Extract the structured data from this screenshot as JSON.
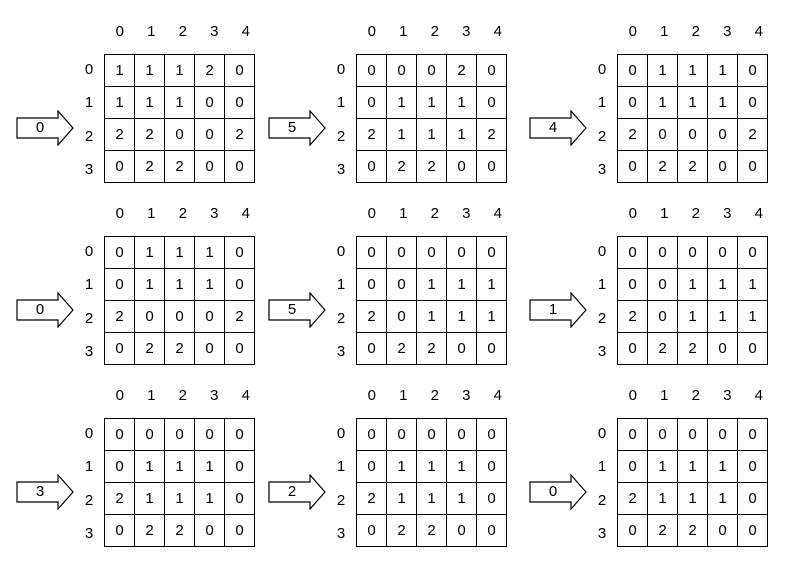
{
  "column_headers": [
    "0",
    "1",
    "2",
    "3",
    "4"
  ],
  "row_headers": [
    "0",
    "1",
    "2",
    "3"
  ],
  "panels": [
    {
      "arrow_label": "0",
      "grid": [
        [
          "1",
          "1",
          "1",
          "2",
          "0"
        ],
        [
          "1",
          "1",
          "1",
          "0",
          "0"
        ],
        [
          "2",
          "2",
          "0",
          "0",
          "2"
        ],
        [
          "0",
          "2",
          "2",
          "0",
          "0"
        ]
      ]
    },
    {
      "arrow_label": "5",
      "grid": [
        [
          "0",
          "0",
          "0",
          "2",
          "0"
        ],
        [
          "0",
          "1",
          "1",
          "1",
          "0"
        ],
        [
          "2",
          "1",
          "1",
          "1",
          "2"
        ],
        [
          "0",
          "2",
          "2",
          "0",
          "0"
        ]
      ]
    },
    {
      "arrow_label": "4",
      "grid": [
        [
          "0",
          "1",
          "1",
          "1",
          "0"
        ],
        [
          "0",
          "1",
          "1",
          "1",
          "0"
        ],
        [
          "2",
          "0",
          "0",
          "0",
          "2"
        ],
        [
          "0",
          "2",
          "2",
          "0",
          "0"
        ]
      ]
    },
    {
      "arrow_label": "0",
      "grid": [
        [
          "0",
          "1",
          "1",
          "1",
          "0"
        ],
        [
          "0",
          "1",
          "1",
          "1",
          "0"
        ],
        [
          "2",
          "0",
          "0",
          "0",
          "2"
        ],
        [
          "0",
          "2",
          "2",
          "0",
          "0"
        ]
      ]
    },
    {
      "arrow_label": "5",
      "grid": [
        [
          "0",
          "0",
          "0",
          "0",
          "0"
        ],
        [
          "0",
          "0",
          "1",
          "1",
          "1"
        ],
        [
          "2",
          "0",
          "1",
          "1",
          "1"
        ],
        [
          "0",
          "2",
          "2",
          "0",
          "0"
        ]
      ]
    },
    {
      "arrow_label": "1",
      "grid": [
        [
          "0",
          "0",
          "0",
          "0",
          "0"
        ],
        [
          "0",
          "0",
          "1",
          "1",
          "1"
        ],
        [
          "2",
          "0",
          "1",
          "1",
          "1"
        ],
        [
          "0",
          "2",
          "2",
          "0",
          "0"
        ]
      ]
    },
    {
      "arrow_label": "3",
      "grid": [
        [
          "0",
          "0",
          "0",
          "0",
          "0"
        ],
        [
          "0",
          "1",
          "1",
          "1",
          "0"
        ],
        [
          "2",
          "1",
          "1",
          "1",
          "0"
        ],
        [
          "0",
          "2",
          "2",
          "0",
          "0"
        ]
      ]
    },
    {
      "arrow_label": "2",
      "grid": [
        [
          "0",
          "0",
          "0",
          "0",
          "0"
        ],
        [
          "0",
          "1",
          "1",
          "1",
          "0"
        ],
        [
          "2",
          "1",
          "1",
          "1",
          "0"
        ],
        [
          "0",
          "2",
          "2",
          "0",
          "0"
        ]
      ]
    },
    {
      "arrow_label": "0",
      "grid": [
        [
          "0",
          "0",
          "0",
          "0",
          "0"
        ],
        [
          "0",
          "1",
          "1",
          "1",
          "0"
        ],
        [
          "2",
          "1",
          "1",
          "1",
          "0"
        ],
        [
          "0",
          "2",
          "2",
          "0",
          "0"
        ]
      ]
    }
  ]
}
